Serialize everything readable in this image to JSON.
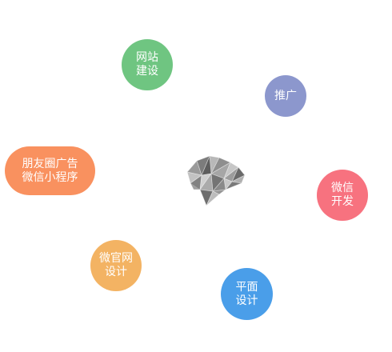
{
  "bubbles": {
    "website": {
      "line1": "网站",
      "line2": "建设",
      "color": "#6fc581"
    },
    "promotion": {
      "line1": "推广",
      "color": "#8c97cd"
    },
    "ads": {
      "line1": "朋友圈广告",
      "line2": "微信小程序",
      "color": "#f9915f"
    },
    "wechat_dev": {
      "line1": "微信",
      "line2": "开发",
      "color": "#f7727f"
    },
    "microsite": {
      "line1": "微官网",
      "line2": "设计",
      "color": "#f3b363"
    },
    "graphic_design": {
      "line1": "平面",
      "line2": "设计",
      "color": "#4a9ee9"
    }
  },
  "center_icon": "brain-icon"
}
